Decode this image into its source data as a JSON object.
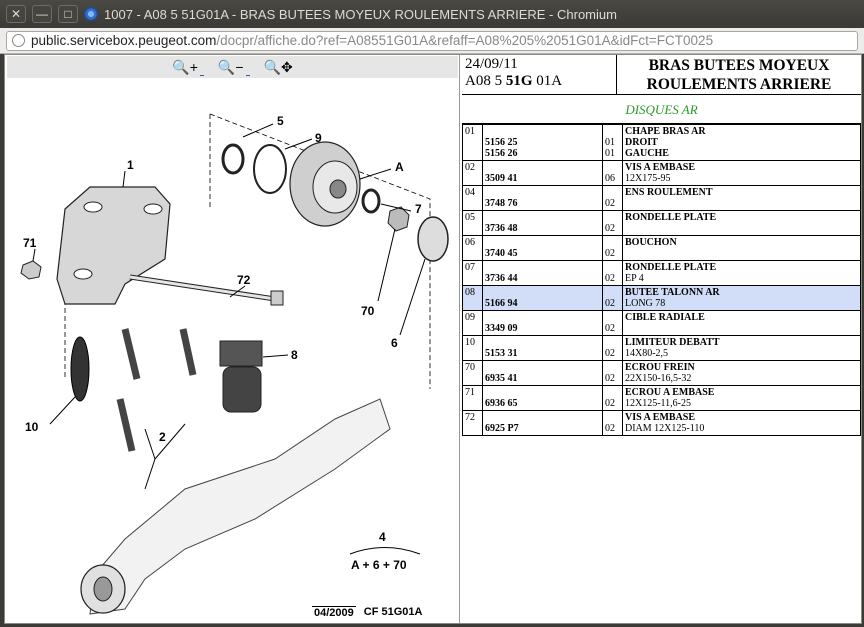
{
  "window": {
    "title": "1007 - A08 5 51G01A - BRAS BUTEES MOYEUX ROULEMENTS ARRIERE - Chromium",
    "close_glyph": "✕",
    "minimize_glyph": "—",
    "maximize_glyph": "□"
  },
  "address": {
    "host": "public.servicebox.peugeot.com",
    "path": "/docpr/affiche.do?ref=A08551G01A&refaff=A08%205%2051G01A&idFct=FCT0025"
  },
  "toolbar": {
    "zoom_in": "🔍+",
    "zoom_out": "🔍−",
    "zoom_pan": "🔍✥"
  },
  "diagram": {
    "callouts": [
      "1",
      "5",
      "9",
      "A",
      "7",
      "71",
      "72",
      "70",
      "6",
      "8",
      "10",
      "2",
      "4",
      "A + 6 + 70"
    ],
    "stamp_date": "04/2009",
    "stamp_code": "CF 51G01A"
  },
  "header": {
    "date": "24/09/11",
    "ref_prefix": "A08 5 ",
    "ref_bold": "51G",
    "ref_suffix": " 01A",
    "title_line1": "BRAS BUTEES MOYEUX",
    "title_line2": "ROULEMENTS ARRIERE"
  },
  "group": "DISQUES AR",
  "parts": [
    {
      "num": "01",
      "lines": [
        {
          "ref": "5156 25",
          "qty": "01",
          "label": "CHAPE BRAS AR",
          "sub": "DROIT"
        },
        {
          "ref": "5156 26",
          "qty": "01",
          "label": "GAUCHE",
          "sub": ""
        }
      ],
      "highlight": false
    },
    {
      "num": "02",
      "lines": [
        {
          "ref": "3509 41",
          "qty": "06",
          "label": "VIS A EMBASE",
          "sub": "12X175-95"
        }
      ],
      "highlight": false
    },
    {
      "num": "04",
      "lines": [
        {
          "ref": "3748 76",
          "qty": "02",
          "label": "ENS ROULEMENT",
          "sub": ""
        }
      ],
      "highlight": false
    },
    {
      "num": "05",
      "lines": [
        {
          "ref": "3736 48",
          "qty": "02",
          "label": "RONDELLE PLATE",
          "sub": ""
        }
      ],
      "highlight": false
    },
    {
      "num": "06",
      "lines": [
        {
          "ref": "3740 45",
          "qty": "02",
          "label": "BOUCHON",
          "sub": ""
        }
      ],
      "highlight": false
    },
    {
      "num": "07",
      "lines": [
        {
          "ref": "3736 44",
          "qty": "02",
          "label": "RONDELLE PLATE",
          "sub": "EP 4"
        }
      ],
      "highlight": false
    },
    {
      "num": "08",
      "lines": [
        {
          "ref": "5166 94",
          "qty": "02",
          "label": "BUTEE TALONN AR",
          "sub": "LONG 78"
        }
      ],
      "highlight": true
    },
    {
      "num": "09",
      "lines": [
        {
          "ref": "3349 09",
          "qty": "02",
          "label": "CIBLE RADIALE",
          "sub": ""
        }
      ],
      "highlight": false
    },
    {
      "num": "10",
      "lines": [
        {
          "ref": "5153 31",
          "qty": "02",
          "label": "LIMITEUR DEBATT",
          "sub": "14X80-2,5"
        }
      ],
      "highlight": false
    },
    {
      "num": "70",
      "lines": [
        {
          "ref": "6935 41",
          "qty": "02",
          "label": "ECROU FREIN",
          "sub": "22X150-16,5-32"
        }
      ],
      "highlight": false
    },
    {
      "num": "71",
      "lines": [
        {
          "ref": "6936 65",
          "qty": "02",
          "label": "ECROU A EMBASE",
          "sub": "12X125-11,6-25"
        }
      ],
      "highlight": false
    },
    {
      "num": "72",
      "lines": [
        {
          "ref": "6925 P7",
          "qty": "02",
          "label": "VIS A EMBASE",
          "sub": "DIAM 12X125-110"
        }
      ],
      "highlight": false
    }
  ],
  "colors": {
    "group_text": "#2a9a2a",
    "highlight_row": "#d2def7",
    "titlebar": "#3c3b37"
  }
}
